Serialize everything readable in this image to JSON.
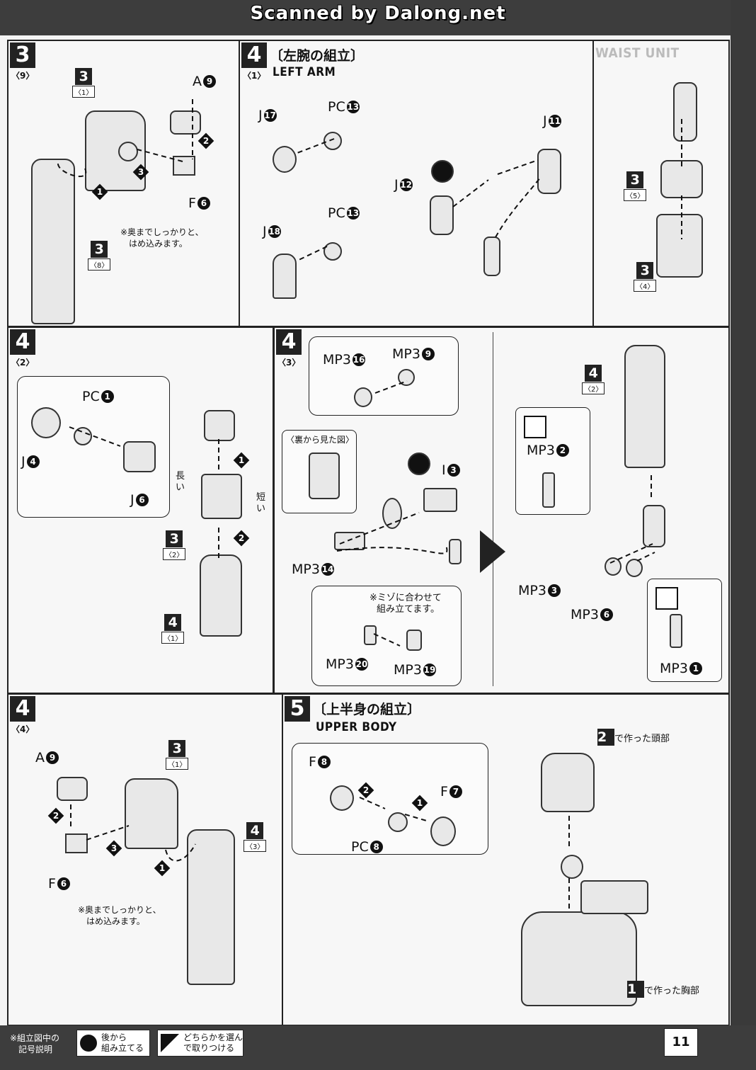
{
  "header": {
    "scanned": "Scanned by Dalong.net"
  },
  "panel_3_9": {
    "num": "3",
    "sub": "〈9〉",
    "labels": {
      "a9": "A",
      "a9n": "9",
      "f6": "F",
      "f6n": "6"
    },
    "ref_top": {
      "n": "3",
      "s": "〈1〉"
    },
    "ref_bottom": {
      "n": "3",
      "s": "〈8〉"
    },
    "note": [
      "※奥までしっかりと、",
      "はめ込みます。"
    ]
  },
  "panel_4_1": {
    "num": "4",
    "sub": "〈1〉",
    "title_jp": "〔左腕の組立〕",
    "title_en": "LEFT ARM",
    "labels": {
      "j17": "J",
      "j17n": "17",
      "pc13a": "PC",
      "pc13an": "13",
      "j18": "J",
      "j18n": "18",
      "pc13b": "PC",
      "pc13bn": "13",
      "j12": "J",
      "j12n": "12",
      "j11": "J",
      "j11n": "11"
    }
  },
  "panel_6": {
    "bg_title_en": "WAIST UNIT",
    "ref_mid": {
      "n": "3",
      "s": "〈5〉"
    },
    "ref_bottom": {
      "n": "3",
      "s": "〈4〉"
    }
  },
  "panel_4_2": {
    "num": "4",
    "sub": "〈2〉",
    "labels": {
      "pc1": "PC",
      "pc1n": "1",
      "j4": "J",
      "j4n": "4",
      "j6": "J",
      "j6n": "6"
    },
    "long": "長い",
    "short": "短い",
    "ref_mid": {
      "n": "3",
      "s": "〈2〉"
    },
    "ref_bottom": {
      "n": "4",
      "s": "〈1〉"
    }
  },
  "panel_4_3": {
    "num": "4",
    "sub": "〈3〉",
    "labels": {
      "mp16": "MP3",
      "mp16n": "16",
      "mp9": "MP3",
      "mp9n": "9",
      "i3": "I",
      "i3n": "3",
      "mp14": "MP3",
      "mp14n": "14",
      "mp20": "MP3",
      "mp20n": "20",
      "mp19": "MP3",
      "mp19n": "19",
      "mp2": "MP3",
      "mp2n": "2",
      "mp3": "MP3",
      "mp3n": "3",
      "mp6": "MP3",
      "mp6n": "6",
      "mp1": "MP3",
      "mp1n": "1"
    },
    "back_view": "〈裏から見た図〉",
    "note": [
      "※ミゾに合わせて",
      "組み立てます。"
    ],
    "ref_right": {
      "n": "4",
      "s": "〈2〉"
    }
  },
  "panel_4_4": {
    "num": "4",
    "sub": "〈4〉",
    "labels": {
      "a9": "A",
      "a9n": "9",
      "f6": "F",
      "f6n": "6"
    },
    "ref_top": {
      "n": "3",
      "s": "〈1〉"
    },
    "ref_right": {
      "n": "4",
      "s": "〈3〉"
    },
    "note": [
      "※奥までしっかりと、",
      "はめ込みます。"
    ]
  },
  "panel_5": {
    "num": "5",
    "title_jp": "〔上半身の組立〕",
    "title_en": "UPPER BODY",
    "labels": {
      "f8": "F",
      "f8n": "8",
      "f7": "F",
      "f7n": "7",
      "pc8": "PC",
      "pc8n": "8"
    },
    "head_ref": {
      "n": "2",
      "text": "で作った頭部"
    },
    "chest_ref": {
      "n": "1",
      "text": "で作った胸部"
    }
  },
  "legend": {
    "title": [
      "※組立図中の",
      "記号説明"
    ],
    "back": [
      "後から",
      "組み立てる"
    ],
    "choose": [
      "どちらかを選ん",
      "で取りつける"
    ],
    "page": "11"
  }
}
